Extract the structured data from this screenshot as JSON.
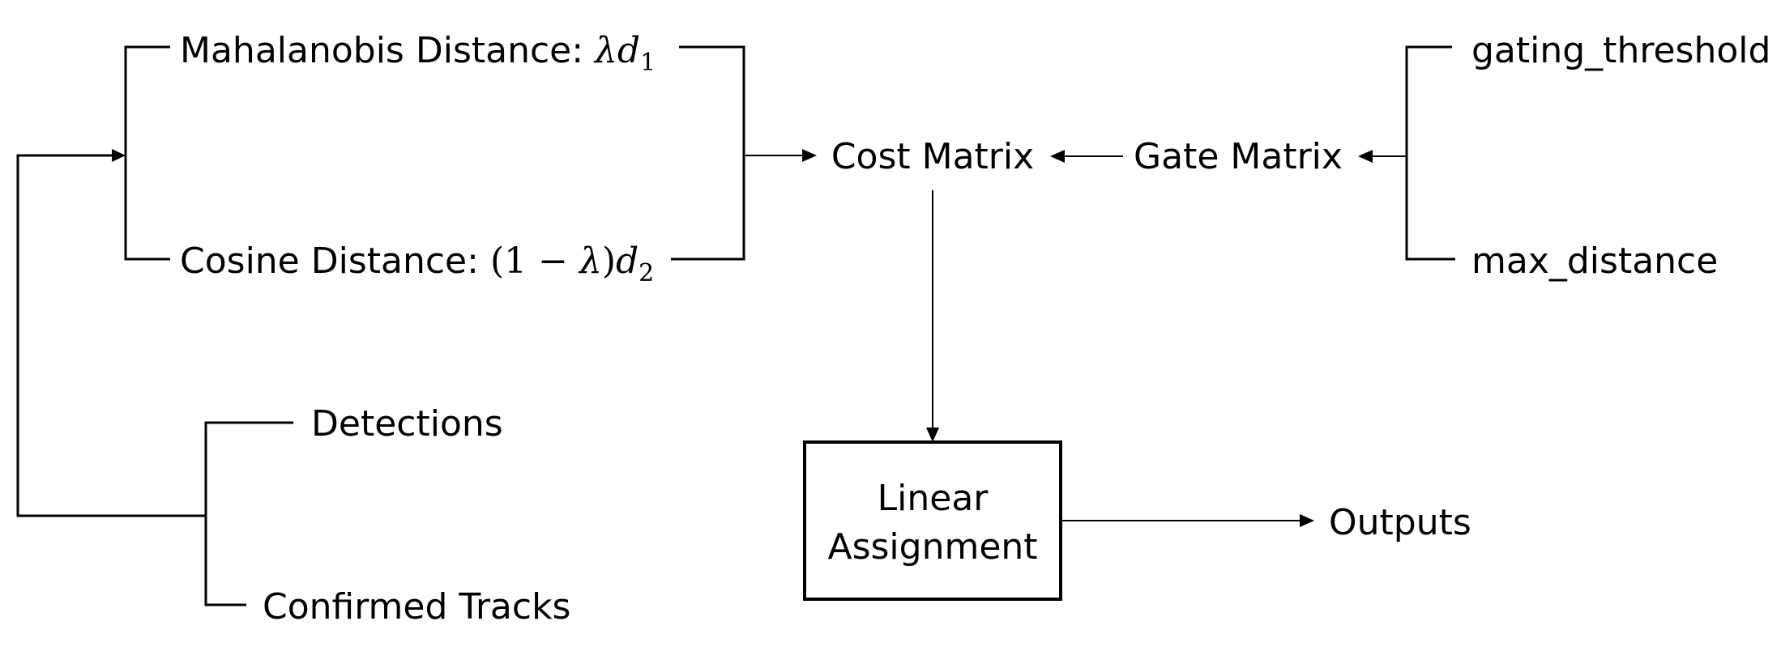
{
  "nodes": {
    "mahalanobis": {
      "label": "Mahalanobis Distance: ",
      "symbol": "λd",
      "subscript": "1"
    },
    "cosine": {
      "label": "Cosine Distance: ",
      "open_paren": "(1 − ",
      "lambda": "λ",
      "close_paren": ")",
      "symbol": "d",
      "subscript": "2"
    },
    "cost_matrix": {
      "label": "Cost Matrix"
    },
    "gate_matrix": {
      "label": "Gate Matrix"
    },
    "gating_threshold": {
      "label": "gating_threshold"
    },
    "max_distance": {
      "label": "max_distance"
    },
    "detections": {
      "label": "Detections"
    },
    "confirmed_tracks": {
      "label": "Confirmed Tracks"
    },
    "linear_assignment": {
      "line1": "Linear",
      "line2": "Assignment"
    },
    "outputs": {
      "label": "Outputs"
    }
  }
}
